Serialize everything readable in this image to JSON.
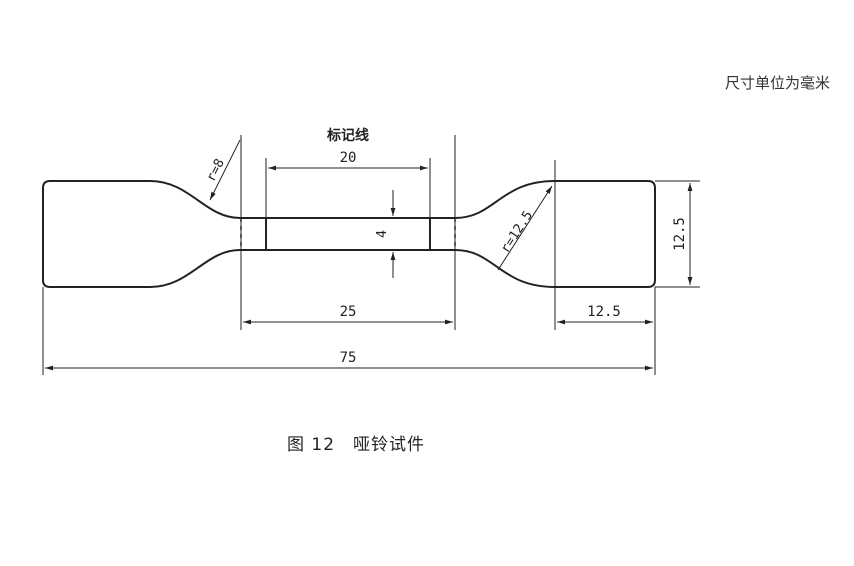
{
  "unit_note": "尺寸单位为毫米",
  "gauge_label": "标记线",
  "dimensions": {
    "gauge_length": "20",
    "narrow_width": "4",
    "narrow_length": "25",
    "total_length": "75",
    "end_width": "12.5",
    "end_length": "12.5",
    "radius_small": "r=8",
    "radius_large": "r=12.5"
  },
  "caption": {
    "figure_no": "图 12",
    "title": "哑铃试件"
  }
}
